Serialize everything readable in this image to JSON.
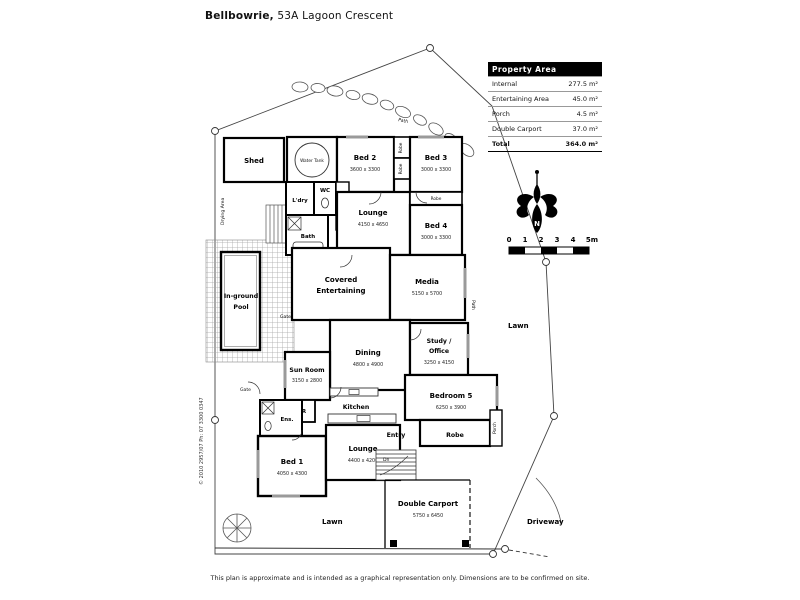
{
  "title": {
    "name": "Bellbowrie,",
    "address": " 53A Lagoon Crescent"
  },
  "property_table": {
    "header": "Property Area",
    "rows": [
      {
        "label": "Internal",
        "value": "277.5 m²"
      },
      {
        "label": "Entertaining Area",
        "value": "45.0 m²"
      },
      {
        "label": "Porch",
        "value": "4.5 m²"
      },
      {
        "label": "Double Carport",
        "value": "37.0 m²"
      }
    ],
    "total": {
      "label": "Total",
      "value": "364.0 m²"
    }
  },
  "compass": {
    "north_label": "N"
  },
  "scale_bar": {
    "ticks": [
      "0",
      "1",
      "2",
      "3",
      "4",
      "5m"
    ]
  },
  "rooms": {
    "shed": {
      "name": "Shed"
    },
    "water_tank": {
      "name": "Water Tank"
    },
    "bed2": {
      "name": "Bed 2",
      "dims": "3600 x 3300"
    },
    "bed3": {
      "name": "Bed 3",
      "dims": "3000 x 3300"
    },
    "robe1": {
      "name": "Robe"
    },
    "robe2": {
      "name": "Robe"
    },
    "wc": {
      "name": "WC"
    },
    "laundry": {
      "name": "L'dry"
    },
    "bath": {
      "name": "Bath"
    },
    "lounge_top": {
      "name": "Lounge",
      "dims": "4150 x 4650"
    },
    "robe_bed4": {
      "name": "Robe"
    },
    "bed4": {
      "name": "Bed 4",
      "dims": "3000 x 3300"
    },
    "media": {
      "name": "Media",
      "dims": "5150 x 5700"
    },
    "covered_entertaining": {
      "line1": "Covered",
      "line2": "Entertaining"
    },
    "pool": {
      "line1": "In-ground",
      "line2": "Pool"
    },
    "dining": {
      "name": "Dining",
      "dims": "4800 x 4900"
    },
    "study": {
      "line1": "Study /",
      "line2": "Office",
      "dims": "3250 x 4150"
    },
    "sun_room": {
      "name": "Sun Room",
      "dims": "3150 x 2800"
    },
    "kitchen": {
      "name": "Kitchen"
    },
    "wir": {
      "name": "WIR"
    },
    "ensuite": {
      "name": "Ens."
    },
    "bed1": {
      "name": "Bed 1",
      "dims": "4050 x 4300"
    },
    "lounge_bottom": {
      "name": "Lounge",
      "dims": "4400 x 4200"
    },
    "entry": {
      "name": "Entry"
    },
    "robe_bed5": {
      "name": "Robe"
    },
    "bed5": {
      "name": "Bedroom 5",
      "dims": "6250 x 3900"
    },
    "porch": {
      "name": "Porch"
    },
    "carport": {
      "name": "Double Carport",
      "dims": "5750 x 6450"
    }
  },
  "site": {
    "lawn_right": "Lawn",
    "lawn_bottom": "Lawn",
    "driveway": "Driveway",
    "path_top": "Path",
    "path_right": "Path",
    "drying_area": "Drying Area",
    "gate_left": "Gate",
    "gate_pool": "Gate",
    "down_label": "Dn"
  },
  "footer": {
    "disclaimer": "This plan is approximate and is intended as a graphical representation only. Dimensions are to be confirmed on site.",
    "copyright": "© 2010  2957/07  Ph: 07 3300 0347"
  }
}
